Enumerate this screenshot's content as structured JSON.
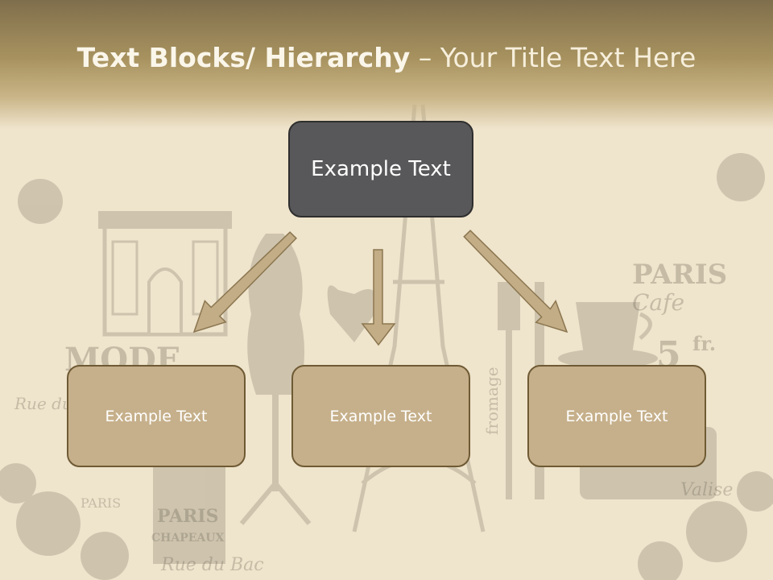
{
  "slide": {
    "title_bold": "Text Blocks/ Hierarchy",
    "title_dash": " – ",
    "title_regular": "Your Title Text Here"
  },
  "boxes": {
    "top": "Example Text",
    "left": "Example Text",
    "center": "Example Text",
    "right": "Example Text"
  },
  "background_words": {
    "paris_cafe_1": "PARIS",
    "paris_cafe_2": "Cafe",
    "price": "5",
    "price_unit": "fr.",
    "mode": "MODE",
    "rue_du": "Rue du",
    "fromage": "fromage",
    "paris_small": "PARIS",
    "chapeaux_1": "PARIS",
    "chapeaux_2": "CHAPEAUX",
    "rue_du_bac": "Rue du Bac",
    "valise": "Valise"
  },
  "colors": {
    "background": "#efe4cc",
    "header": "#a7925f",
    "top_box": "#58585a",
    "child_box": "#c6b08b",
    "arrow": "#c2ad87"
  }
}
